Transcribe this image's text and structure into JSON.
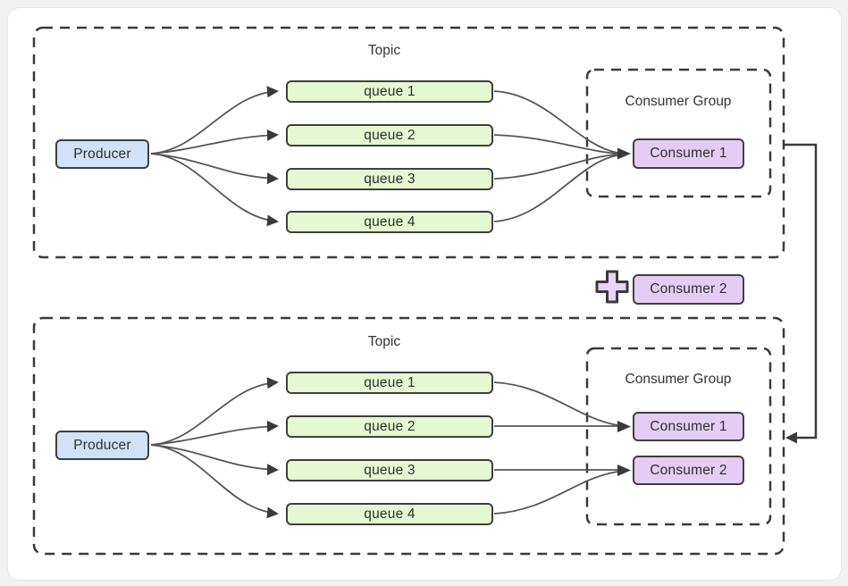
{
  "top": {
    "topic_label": "Topic",
    "producer_label": "Producer",
    "queues": [
      "queue 1",
      "queue 2",
      "queue 3",
      "queue 4"
    ],
    "consumer_group_label": "Consumer Group",
    "consumers": [
      "Consumer 1"
    ]
  },
  "added": {
    "plus_icon": "plus-icon",
    "consumer_label": "Consumer 2"
  },
  "bottom": {
    "topic_label": "Topic",
    "producer_label": "Producer",
    "queues": [
      "queue 1",
      "queue 2",
      "queue 3",
      "queue 4"
    ],
    "consumer_group_label": "Consumer Group",
    "consumers": [
      "Consumer 1",
      "Consumer 2"
    ]
  },
  "colors": {
    "producer_fill": "#cfe2f7",
    "queue_fill": "#e5f8d2",
    "consumer_fill": "#e3cdf4",
    "plus_fill": "#e7d4f8",
    "stroke": "#3a3a3a",
    "wire": "#565656",
    "card_bg": "#ffffff",
    "page_bg": "#f1f1f1"
  }
}
